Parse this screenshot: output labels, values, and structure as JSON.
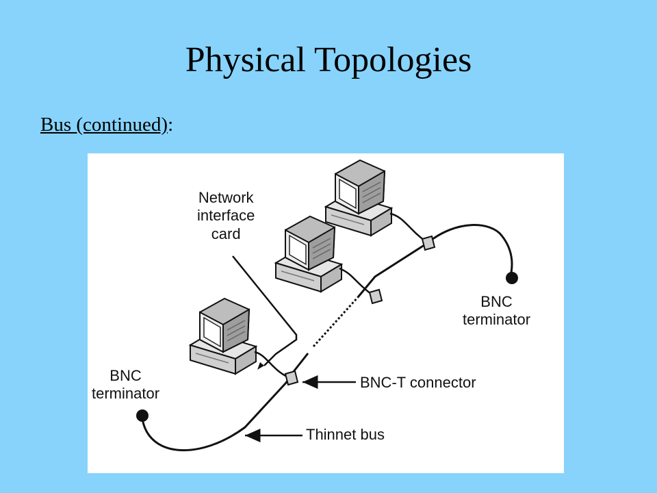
{
  "slide": {
    "title": "Physical Topologies",
    "subtitle_underlined": "Bus (continued)",
    "subtitle_suffix": ":"
  },
  "diagram": {
    "labels": {
      "nic_line1": "Network",
      "nic_line2": "interface",
      "nic_line3": "card",
      "bnc_right_line1": "BNC",
      "bnc_right_line2": "terminator",
      "bnc_left_line1": "BNC",
      "bnc_left_line2": "terminator",
      "bnc_t": "BNC-T connector",
      "thinnet": "Thinnet bus"
    },
    "colors": {
      "background": "#87D3FB",
      "figure_bg": "#FFFFFF",
      "ink": "#111111"
    }
  }
}
